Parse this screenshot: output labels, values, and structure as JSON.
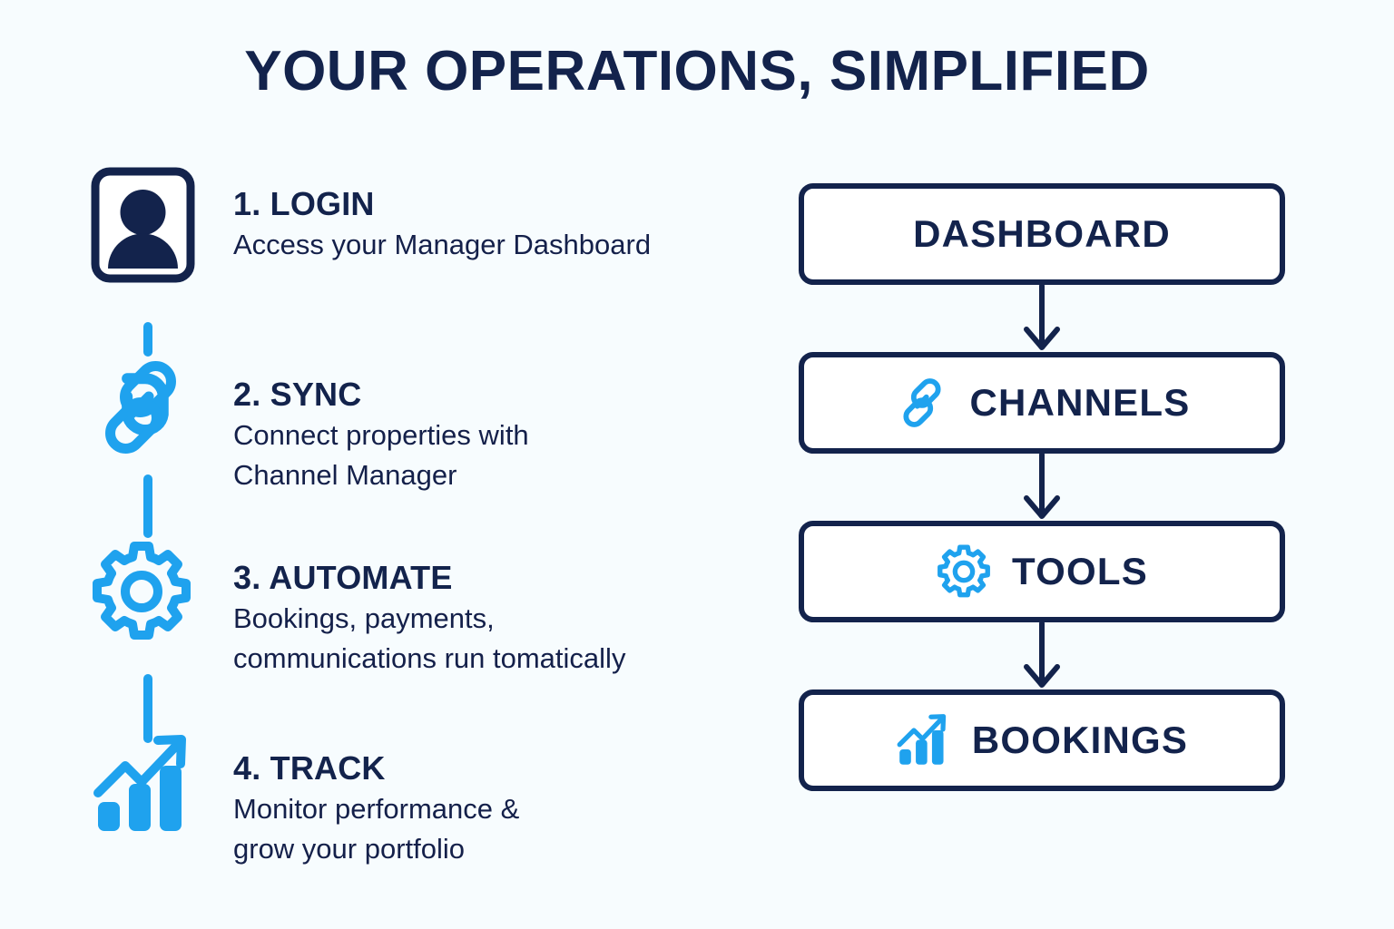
{
  "page": {
    "title": "YOUR OPERATIONS, SIMPLIFIED",
    "background_color": "#f7fcfe",
    "navy": "#13234c",
    "accent_blue": "#1fa2ee"
  },
  "steps": [
    {
      "icon": "user-card-icon",
      "title": "1. LOGIN",
      "desc_lines": [
        "Access your Manager Dashboard"
      ]
    },
    {
      "icon": "chain-link-icon",
      "title": "2. SYNC",
      "desc_lines": [
        "Connect properties with",
        "Channel Manager"
      ]
    },
    {
      "icon": "gear-icon",
      "title": "3. AUTOMATE",
      "desc_lines": [
        "Bookings, payments,",
        "communications run tomatically"
      ]
    },
    {
      "icon": "growth-chart-icon",
      "title": "4. TRACK",
      "desc_lines": [
        "Monitor performance &",
        "grow your portfolio"
      ]
    }
  ],
  "flow": {
    "boxes": [
      {
        "label": "DASHBOARD",
        "icon": ""
      },
      {
        "label": "CHANNELS",
        "icon": "chain-link-icon"
      },
      {
        "label": "TOOLS",
        "icon": "gear-icon"
      },
      {
        "label": "BOOKINGS",
        "icon": "growth-chart-icon"
      }
    ],
    "arrow_icon": "arrow-down-icon"
  }
}
